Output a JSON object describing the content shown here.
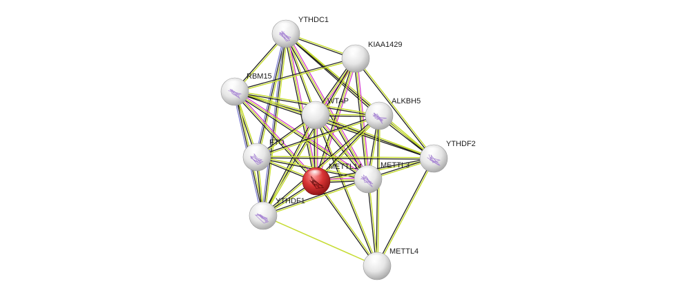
{
  "network": {
    "query_protein": "METTL14",
    "nodes": [
      {
        "id": "YTHDC1",
        "label": "YTHDC1",
        "query": false,
        "has_structure": true
      },
      {
        "id": "KIAA1429",
        "label": "KIAA1429",
        "query": false,
        "has_structure": false
      },
      {
        "id": "RBM15",
        "label": "RBM15",
        "query": false,
        "has_structure": true
      },
      {
        "id": "WTAP",
        "label": "WTAP",
        "query": false,
        "has_structure": false
      },
      {
        "id": "ALKBH5",
        "label": "ALKBH5",
        "query": false,
        "has_structure": true
      },
      {
        "id": "FTO",
        "label": "FTO",
        "query": false,
        "has_structure": true
      },
      {
        "id": "YTHDF2",
        "label": "YTHDF2",
        "query": false,
        "has_structure": true
      },
      {
        "id": "METTL14",
        "label": "METTL14",
        "query": true,
        "has_structure": true
      },
      {
        "id": "METTL3",
        "label": "METTL3",
        "query": false,
        "has_structure": true
      },
      {
        "id": "YTHDF1",
        "label": "YTHDF1",
        "query": false,
        "has_structure": true
      },
      {
        "id": "METTL4",
        "label": "METTL4",
        "query": false,
        "has_structure": false
      }
    ],
    "edges": [
      {
        "a": "YTHDC1",
        "b": "KIAA1429",
        "types": [
          "textmining",
          "coexpression"
        ]
      },
      {
        "a": "YTHDC1",
        "b": "RBM15",
        "types": [
          "textmining",
          "coexpression"
        ]
      },
      {
        "a": "YTHDC1",
        "b": "WTAP",
        "types": [
          "textmining",
          "coexpression"
        ]
      },
      {
        "a": "YTHDC1",
        "b": "ALKBH5",
        "types": [
          "textmining",
          "coexpression"
        ]
      },
      {
        "a": "YTHDC1",
        "b": "FTO",
        "types": [
          "textmining",
          "coexpression",
          "homology"
        ]
      },
      {
        "a": "YTHDC1",
        "b": "YTHDF2",
        "types": [
          "textmining",
          "coexpression"
        ]
      },
      {
        "a": "YTHDC1",
        "b": "METTL14",
        "types": [
          "experiments",
          "textmining",
          "coexpression"
        ]
      },
      {
        "a": "YTHDC1",
        "b": "METTL3",
        "types": [
          "experiments",
          "textmining",
          "coexpression"
        ]
      },
      {
        "a": "YTHDC1",
        "b": "YTHDF1",
        "types": [
          "textmining",
          "coexpression",
          "homology"
        ]
      },
      {
        "a": "KIAA1429",
        "b": "RBM15",
        "types": [
          "textmining",
          "coexpression"
        ]
      },
      {
        "a": "KIAA1429",
        "b": "WTAP",
        "types": [
          "experiments",
          "textmining",
          "coexpression"
        ]
      },
      {
        "a": "KIAA1429",
        "b": "METTL14",
        "types": [
          "experiments",
          "textmining",
          "coexpression"
        ]
      },
      {
        "a": "KIAA1429",
        "b": "METTL3",
        "types": [
          "experiments",
          "textmining",
          "coexpression"
        ]
      },
      {
        "a": "KIAA1429",
        "b": "YTHDF2",
        "types": [
          "textmining",
          "coexpression"
        ]
      },
      {
        "a": "KIAA1429",
        "b": "YTHDF1",
        "types": [
          "textmining",
          "coexpression"
        ]
      },
      {
        "a": "RBM15",
        "b": "WTAP",
        "types": [
          "textmining",
          "coexpression"
        ]
      },
      {
        "a": "RBM15",
        "b": "ALKBH5",
        "types": [
          "textmining",
          "coexpression"
        ]
      },
      {
        "a": "RBM15",
        "b": "FTO",
        "types": [
          "textmining",
          "coexpression"
        ]
      },
      {
        "a": "RBM15",
        "b": "YTHDF2",
        "types": [
          "textmining",
          "coexpression"
        ]
      },
      {
        "a": "RBM15",
        "b": "METTL14",
        "types": [
          "experiments",
          "textmining",
          "coexpression"
        ]
      },
      {
        "a": "RBM15",
        "b": "METTL3",
        "types": [
          "experiments",
          "textmining",
          "coexpression"
        ]
      },
      {
        "a": "RBM15",
        "b": "YTHDF1",
        "types": [
          "textmining",
          "coexpression",
          "homology"
        ]
      },
      {
        "a": "WTAP",
        "b": "ALKBH5",
        "types": [
          "textmining",
          "coexpression"
        ]
      },
      {
        "a": "WTAP",
        "b": "FTO",
        "types": [
          "textmining",
          "coexpression"
        ]
      },
      {
        "a": "WTAP",
        "b": "YTHDF2",
        "types": [
          "textmining",
          "coexpression"
        ]
      },
      {
        "a": "WTAP",
        "b": "METTL14",
        "types": [
          "experiments",
          "textmining",
          "coexpression"
        ]
      },
      {
        "a": "WTAP",
        "b": "METTL3",
        "types": [
          "experiments",
          "textmining",
          "coexpression"
        ]
      },
      {
        "a": "WTAP",
        "b": "YTHDF1",
        "types": [
          "textmining",
          "coexpression"
        ]
      },
      {
        "a": "WTAP",
        "b": "METTL4",
        "types": [
          "textmining",
          "coexpression"
        ]
      },
      {
        "a": "ALKBH5",
        "b": "FTO",
        "types": [
          "textmining",
          "coexpression"
        ]
      },
      {
        "a": "ALKBH5",
        "b": "YTHDF2",
        "types": [
          "textmining",
          "coexpression"
        ]
      },
      {
        "a": "ALKBH5",
        "b": "METTL14",
        "types": [
          "textmining",
          "coexpression"
        ]
      },
      {
        "a": "ALKBH5",
        "b": "METTL3",
        "types": [
          "textmining",
          "coexpression"
        ]
      },
      {
        "a": "ALKBH5",
        "b": "YTHDF1",
        "types": [
          "textmining",
          "coexpression"
        ]
      },
      {
        "a": "ALKBH5",
        "b": "METTL4",
        "types": [
          "textmining",
          "coexpression"
        ]
      },
      {
        "a": "FTO",
        "b": "YTHDF2",
        "types": [
          "textmining",
          "coexpression"
        ]
      },
      {
        "a": "FTO",
        "b": "METTL14",
        "types": [
          "textmining",
          "coexpression"
        ]
      },
      {
        "a": "FTO",
        "b": "METTL3",
        "types": [
          "textmining",
          "coexpression"
        ]
      },
      {
        "a": "FTO",
        "b": "YTHDF1",
        "types": [
          "textmining",
          "coexpression"
        ]
      },
      {
        "a": "YTHDF2",
        "b": "METTL14",
        "types": [
          "textmining",
          "coexpression"
        ]
      },
      {
        "a": "YTHDF2",
        "b": "METTL3",
        "types": [
          "textmining",
          "coexpression"
        ]
      },
      {
        "a": "YTHDF2",
        "b": "METTL4",
        "types": [
          "textmining",
          "coexpression"
        ]
      },
      {
        "a": "METTL14",
        "b": "METTL3",
        "types": [
          "experiments",
          "textmining",
          "coexpression"
        ]
      },
      {
        "a": "METTL14",
        "b": "YTHDF1",
        "types": [
          "textmining",
          "coexpression"
        ]
      },
      {
        "a": "METTL14",
        "b": "METTL4",
        "types": [
          "textmining",
          "coexpression"
        ]
      },
      {
        "a": "METTL3",
        "b": "YTHDF1",
        "types": [
          "textmining",
          "coexpression"
        ]
      },
      {
        "a": "METTL3",
        "b": "METTL4",
        "types": [
          "textmining",
          "coexpression"
        ]
      },
      {
        "a": "YTHDF1",
        "b": "METTL4",
        "types": [
          "textmining"
        ]
      }
    ]
  },
  "colors": {
    "textmining": "#c6dc32",
    "coexpression": "#1f1f1f",
    "experiments": "#d33ccd",
    "homology": "#7c7cd0",
    "query_node": "#d42b2b",
    "node": "#e9e9e9"
  }
}
